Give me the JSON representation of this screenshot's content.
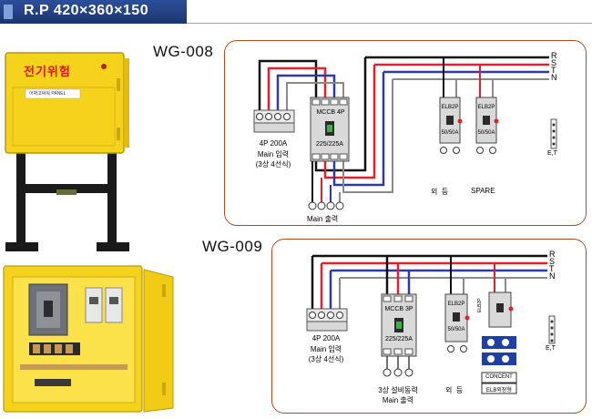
{
  "header": {
    "title": "R.P 420×360×150"
  },
  "photos": {
    "closed_warning": "전기위험",
    "closed_panel_label": "어쩌고써워 PANEL"
  },
  "wg008": {
    "model": "WG-008",
    "bus_labels": [
      "R",
      "S",
      "T",
      "N"
    ],
    "mccb_label": "MCCB 4P",
    "mccb_rating": "225/225A",
    "elb_label": "ELB2P",
    "elb_rating": "50/50A",
    "input_line1": "4P 200A",
    "input_line2": "Main 입력",
    "input_line3": "(3상 4선식)",
    "output_label": "Main 출력",
    "circuit_outdoor": "외  등",
    "circuit_spare": "SPARE",
    "ground_label": "E,T"
  },
  "wg009": {
    "model": "WG-009",
    "bus_labels": [
      "R",
      "S",
      "T",
      "N"
    ],
    "mccb_label": "MCCB 3P",
    "mccb_rating": "225/225A",
    "elb_label": "ELB2P",
    "elb_rating": "50/50A",
    "elb_small_label": "ELB2P",
    "input_line1": "4P 200A",
    "input_line2": "Main 입력",
    "input_line3": "(3상 4선식)",
    "output_line1": "3상 설비동력",
    "output_line2": "Main 출력",
    "circuit_outdoor": "외  등",
    "concent_label": "CONCENT",
    "elb_box_label": "ELB외장형",
    "ground_label": "E,T"
  },
  "colors": {
    "R": "#111111",
    "S": "#e0202a",
    "T": "#2b3aa6",
    "N": "#8a8a8a",
    "panel_yellow": "#f5d21c",
    "frame": "#a84e22",
    "title_blue": "#1f3b7a"
  }
}
